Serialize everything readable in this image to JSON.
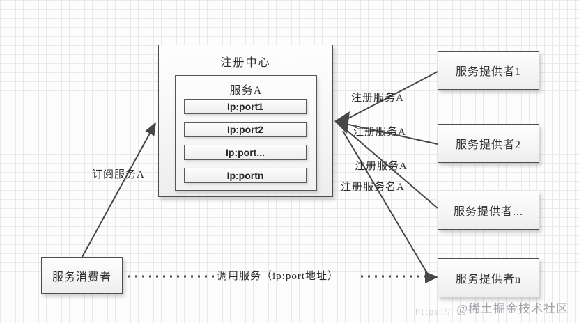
{
  "diagram": {
    "registry": {
      "title": "注册中心",
      "service": {
        "title": "服务A",
        "instances": [
          "Ip:port1",
          "Ip:port2",
          "Ip:port...",
          "Ip:portn"
        ]
      }
    },
    "providers": [
      "服务提供者1",
      "服务提供者2",
      "服务提供者...",
      "服务提供者n"
    ],
    "consumer": "服务消费者",
    "edge_labels": {
      "register": [
        "注册服务A",
        "注册服务A",
        "注册服务A",
        "注册服务名A"
      ],
      "subscribe": "订阅服务A",
      "invoke": "调用服务（ip:port地址）"
    },
    "watermark": {
      "community": "@稀土掘金技术社区",
      "url_fragment": "https://"
    },
    "colors": {
      "arrow": "#474747",
      "box_border": "#4e4e4e",
      "grid_line": "#e9e9ec",
      "text": "#2f2f2f",
      "watermark": "#a3a3a8"
    }
  }
}
